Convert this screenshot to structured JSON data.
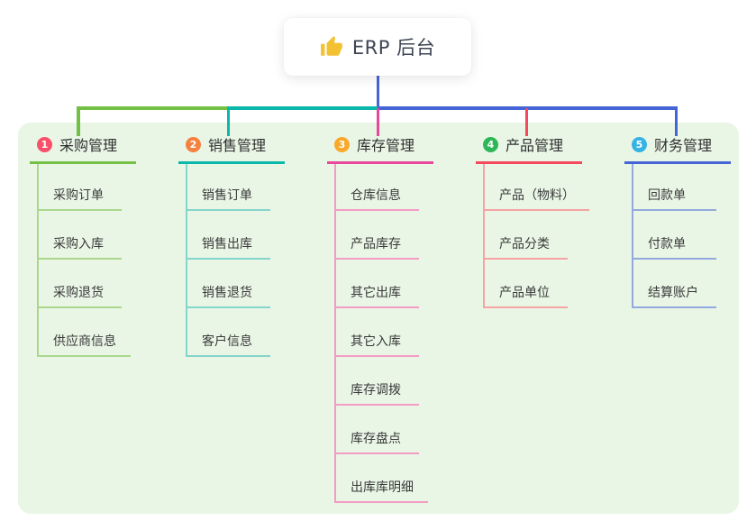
{
  "root": {
    "title": "ERP 后台",
    "icon": "thumbs-up-icon",
    "icon_color": "#f3c131",
    "text_color": "#3d4554"
  },
  "connector": {
    "stem_color": "#4565d6"
  },
  "panel": {
    "background": "#e9f6e6"
  },
  "branches": [
    {
      "number": "1",
      "label": "采购管理",
      "badge_color": "#f8506a",
      "line_color": "#74c044",
      "child_line_color": "#abd78d",
      "children": [
        "采购订单",
        "采购入库",
        "采购退货",
        "供应商信息"
      ]
    },
    {
      "number": "2",
      "label": "销售管理",
      "badge_color": "#f5813e",
      "line_color": "#0ab8ab",
      "child_line_color": "#84d5cb",
      "children": [
        "销售订单",
        "销售出库",
        "销售退货",
        "客户信息"
      ]
    },
    {
      "number": "3",
      "label": "库存管理",
      "badge_color": "#f9a82a",
      "line_color": "#e8489b",
      "child_line_color": "#f39cc4",
      "children": [
        "仓库信息",
        "产品库存",
        "其它出库",
        "其它入库",
        "库存调拨",
        "库存盘点",
        "出库库明细"
      ]
    },
    {
      "number": "4",
      "label": "产品管理",
      "badge_color": "#2eb757",
      "line_color": "#f4485c",
      "child_line_color": "#f7a2a4",
      "children": [
        "产品（物料）",
        "产品分类",
        "产品单位"
      ]
    },
    {
      "number": "5",
      "label": "财务管理",
      "badge_color": "#34b3e4",
      "line_color": "#4565d6",
      "child_line_color": "#93a9dd",
      "children": [
        "回款单",
        "付款单",
        "结算账户"
      ]
    }
  ]
}
